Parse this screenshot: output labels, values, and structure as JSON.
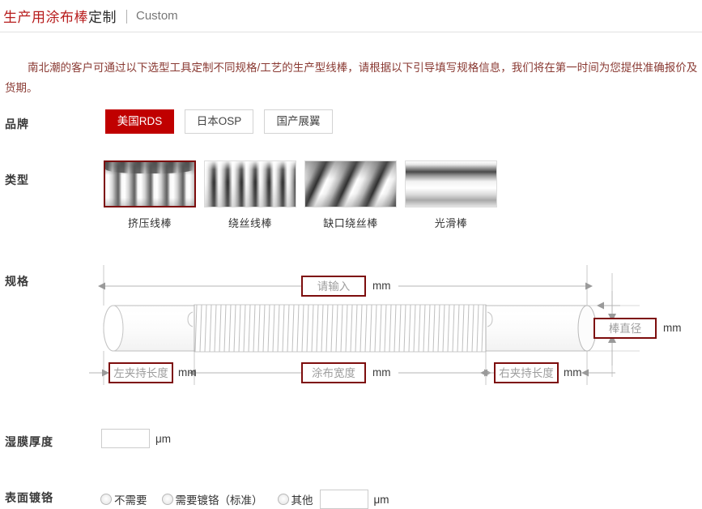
{
  "header": {
    "title_cn_red": "生产用涂布棒",
    "title_cn_dark": "定制",
    "title_en": "Custom"
  },
  "intro": {
    "text": "南北潮的客户可通过以下选型工具定制不同规格/工艺的生产型线棒，请根据以下引导填写规格信息，我们将在第一时间为您提供准确报价及货期。"
  },
  "brand": {
    "label": "品牌",
    "options": [
      {
        "label": "美国RDS",
        "selected": true
      },
      {
        "label": "日本OSP",
        "selected": false
      },
      {
        "label": "国产展翼",
        "selected": false
      }
    ]
  },
  "type": {
    "label": "类型",
    "options": [
      {
        "label": "挤压线棒",
        "texture": "tex-extrude",
        "selected": true
      },
      {
        "label": "绕丝线棒",
        "texture": "tex-wound",
        "selected": false
      },
      {
        "label": "缺口绕丝棒",
        "texture": "tex-notch",
        "selected": false
      },
      {
        "label": "光滑棒",
        "texture": "tex-smooth",
        "selected": false
      }
    ]
  },
  "spec": {
    "label": "规格",
    "total_length": {
      "placeholder": "请输入",
      "value": "",
      "unit": "mm"
    },
    "rod_diameter": {
      "placeholder": "棒直径",
      "value": "",
      "unit": "mm"
    },
    "left_clamp": {
      "placeholder": "左夹持长度",
      "value": "",
      "unit": "mm"
    },
    "coating_width": {
      "placeholder": "涂布宽度",
      "value": "",
      "unit": "mm"
    },
    "right_clamp": {
      "placeholder": "右夹持长度",
      "value": "",
      "unit": "mm"
    }
  },
  "wet_film": {
    "label": "湿膜厚度",
    "value": "",
    "placeholder": "",
    "unit": "μm"
  },
  "chrome": {
    "label": "表面镀铬",
    "options": [
      {
        "label": "不需要",
        "selected": false
      },
      {
        "label": "需要镀铬（标准）",
        "selected": false
      },
      {
        "label": "其他",
        "selected": false
      }
    ],
    "other_value": "",
    "other_placeholder": "",
    "unit": "μm"
  },
  "colors": {
    "accent_red": "#c00000",
    "dark_red_border": "#7d0d0d",
    "title_red": "#b71c1c",
    "intro_text": "#8a3a33"
  }
}
